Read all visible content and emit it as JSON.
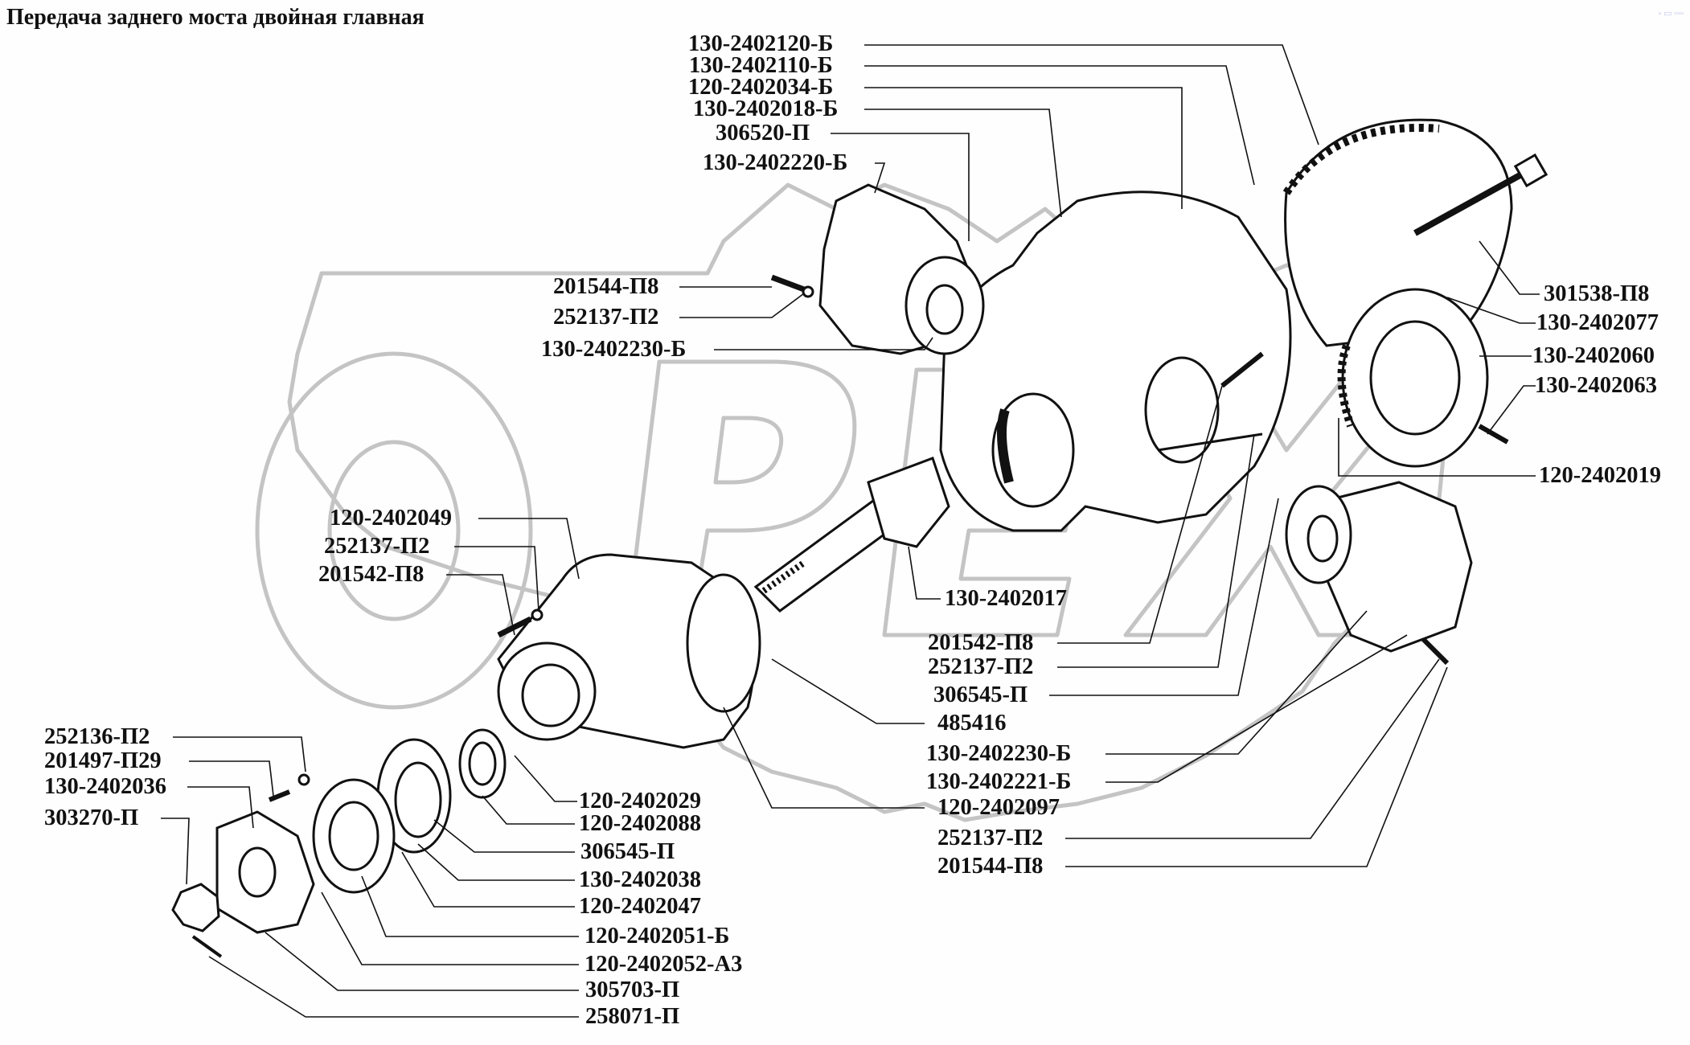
{
  "title": "Передача заднего моста двойная главная",
  "watermark": "ОРЕХ",
  "colors": {
    "background": "#fdfefd",
    "ink": "#111111",
    "watermark": "#c4c4c4"
  },
  "callouts": [
    {
      "id": "c1",
      "label": "130-2402120-Б"
    },
    {
      "id": "c2",
      "label": "130-2402110-Б"
    },
    {
      "id": "c3",
      "label": "120-2402034-Б"
    },
    {
      "id": "c4",
      "label": "130-2402018-Б"
    },
    {
      "id": "c5",
      "label": "306520-П"
    },
    {
      "id": "c6",
      "label": "130-2402220-Б"
    },
    {
      "id": "c7",
      "label": "201544-П8"
    },
    {
      "id": "c8",
      "label": "252137-П2"
    },
    {
      "id": "c9",
      "label": "130-2402230-Б"
    },
    {
      "id": "c10",
      "label": "301538-П8"
    },
    {
      "id": "c11",
      "label": "130-2402077"
    },
    {
      "id": "c12",
      "label": "130-2402060"
    },
    {
      "id": "c13",
      "label": "130-2402063"
    },
    {
      "id": "c14",
      "label": "120-2402019"
    },
    {
      "id": "c15",
      "label": "120-2402049"
    },
    {
      "id": "c16",
      "label": "252137-П2"
    },
    {
      "id": "c17",
      "label": "201542-П8"
    },
    {
      "id": "c18",
      "label": "130-2402017"
    },
    {
      "id": "c19",
      "label": "201542-П8"
    },
    {
      "id": "c20",
      "label": "252137-П2"
    },
    {
      "id": "c21",
      "label": "306545-П"
    },
    {
      "id": "c22",
      "label": "485416"
    },
    {
      "id": "c23",
      "label": "130-2402230-Б"
    },
    {
      "id": "c24",
      "label": "130-2402221-Б"
    },
    {
      "id": "c25",
      "label": "120-2402097"
    },
    {
      "id": "c26",
      "label": "252137-П2"
    },
    {
      "id": "c27",
      "label": "201544-П8"
    },
    {
      "id": "c28",
      "label": "252136-П2"
    },
    {
      "id": "c29",
      "label": "201497-П29"
    },
    {
      "id": "c30",
      "label": "130-2402036"
    },
    {
      "id": "c31",
      "label": "303270-П"
    },
    {
      "id": "c32",
      "label": "120-2402029"
    },
    {
      "id": "c33",
      "label": "120-2402088"
    },
    {
      "id": "c34",
      "label": "306545-П"
    },
    {
      "id": "c35",
      "label": "130-2402038"
    },
    {
      "id": "c36",
      "label": "120-2402047"
    },
    {
      "id": "c37",
      "label": "120-2402051-Б"
    },
    {
      "id": "c38",
      "label": "120-2402052-А3"
    },
    {
      "id": "c39",
      "label": "305703-П"
    },
    {
      "id": "c40",
      "label": "258071-П"
    }
  ]
}
